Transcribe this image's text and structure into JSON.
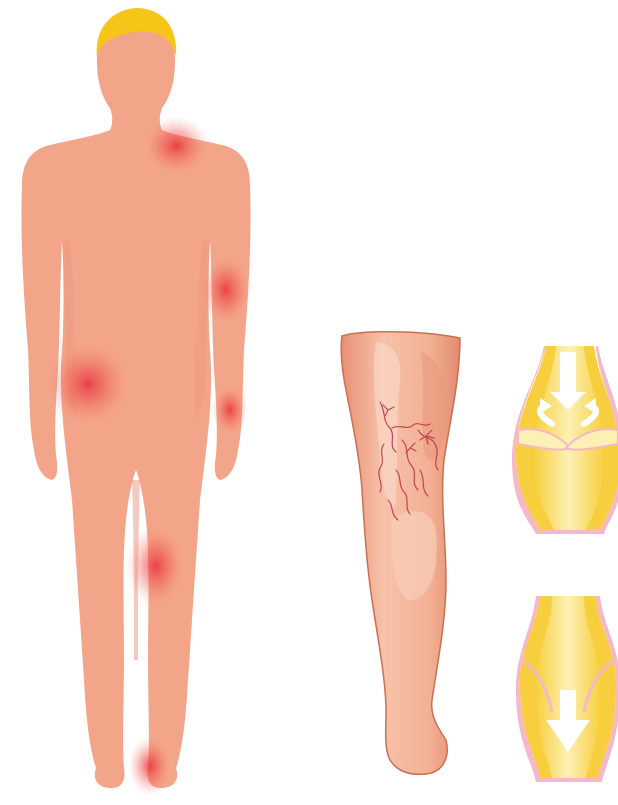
{
  "illustration": {
    "subjects": [
      "human-body",
      "leg-with-varicose-veins",
      "healthy-vein-valve",
      "faulty-vein-valve"
    ],
    "colors": {
      "background": "#ffffff",
      "skin": "#f3a58a",
      "skin_shadow": "#e58d72",
      "pain_spot": "#e8303a",
      "hair": "#f5c518",
      "leg_skin": "#f4b49a",
      "leg_outline": "#c77052",
      "vein_line": "#b8304a",
      "vein_wall_outer": "#f4b8c8",
      "vein_wall": "#f7d24a",
      "vein_inner": "#fbe9a6",
      "arrow": "#ffffff"
    },
    "pain_spot_count": 6
  }
}
